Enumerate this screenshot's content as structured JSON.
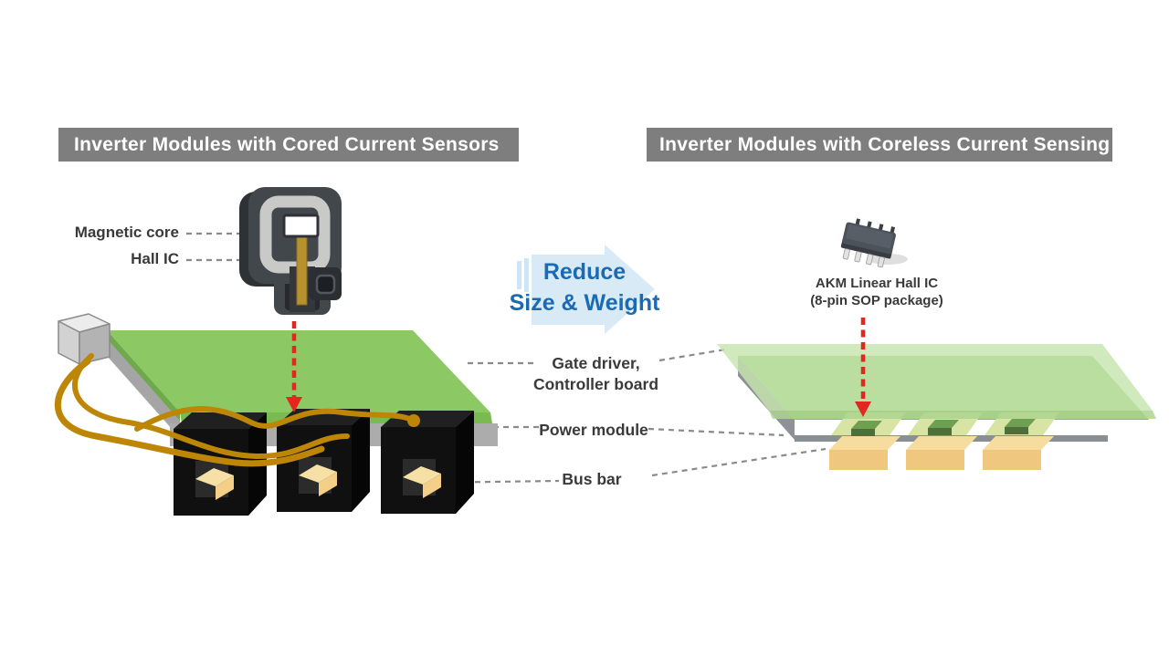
{
  "left_panel": {
    "header": "Inverter Modules with Cored Current Sensors",
    "labels": {
      "magnetic_core": "Magnetic core",
      "hall_ic": "Hall IC"
    }
  },
  "right_panel": {
    "header": "Inverter Modules with Coreless Current Sensing",
    "chip_label_line1": "AKM Linear Hall IC",
    "chip_label_line2": "(8-pin SOP package)"
  },
  "center": {
    "transition_line1": "Reduce",
    "transition_line2": "Size & Weight",
    "labels": {
      "gate_driver_line1": "Gate driver,",
      "gate_driver_line2": "Controller board",
      "power_module": "Power module",
      "bus_bar": "Bus bar"
    }
  },
  "icons": {
    "cored_sensor_icon": "magnetic-core-with-hall-ic-sensor",
    "sop8_chip_icon": "8-pin-sop-ic-package",
    "reduce_arrow_icon": "right-block-arrow",
    "red_arrow_icon": "red-dashed-down-arrow",
    "connector_icon": "wire-connector-block"
  },
  "colors": {
    "header_gray": "#7E7E7E",
    "accent_blue": "#1A6BB3",
    "arrow_light_blue": "#D9EAF7",
    "board_green": "#8CC863",
    "board_green_dark": "#6FA94C",
    "overlay_green": "#C6E5AE",
    "module_gray": "#ACACAC",
    "bus_bar_tan": "#F5D794",
    "wire_orange": "#BE8607",
    "sensor_black": "#111111",
    "red_arrow": "#E3261E",
    "label_dark": "#3A3A3A",
    "chip_green": "#527C3D"
  }
}
